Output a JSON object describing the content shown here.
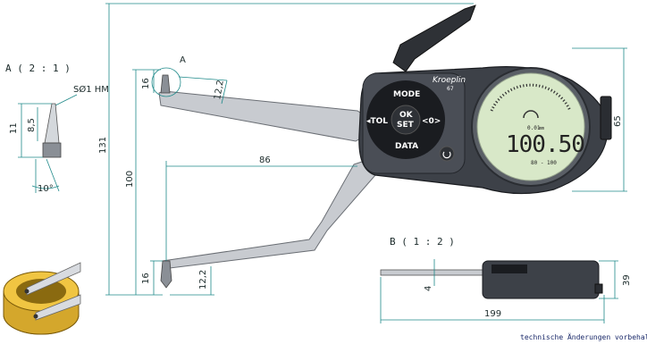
{
  "dimensions": {
    "overall_height": "131",
    "jaw_length": "100",
    "reach": "86",
    "tip_height_top": "16",
    "tip_height_bottom": "16",
    "tip_depth_top": "12,2",
    "tip_depth_bottom": "12,2",
    "housing_height": "65",
    "side_length": "199",
    "side_height": "39",
    "side_thickness": "4"
  },
  "detail_a": {
    "title": "A ( 2 : 1 )",
    "ref": "A",
    "tip_diameter": "SØ1 HM",
    "height_total": "11",
    "height_cone": "8,5",
    "angle": "10°"
  },
  "detail_b": {
    "title": "B ( 1 : 2 )"
  },
  "device": {
    "brand": "Kroeplin",
    "model_badge": "67",
    "keys": {
      "top": "MODE",
      "left": "◂TOL",
      "center_line1": "OK",
      "center_line2": "SET",
      "right": "<0>",
      "bottom": "DATA"
    },
    "display": {
      "reading": "100.50",
      "resolution": "0.01",
      "unit": "mm",
      "range": "80 - 100"
    }
  },
  "footer_note": "technische Änderungen vorbehalten",
  "colors": {
    "dimension_line": "#1f8a8a",
    "housing": "#3d4148",
    "lcd": "#d8e8c8",
    "jaw": "#c8cbd0"
  }
}
